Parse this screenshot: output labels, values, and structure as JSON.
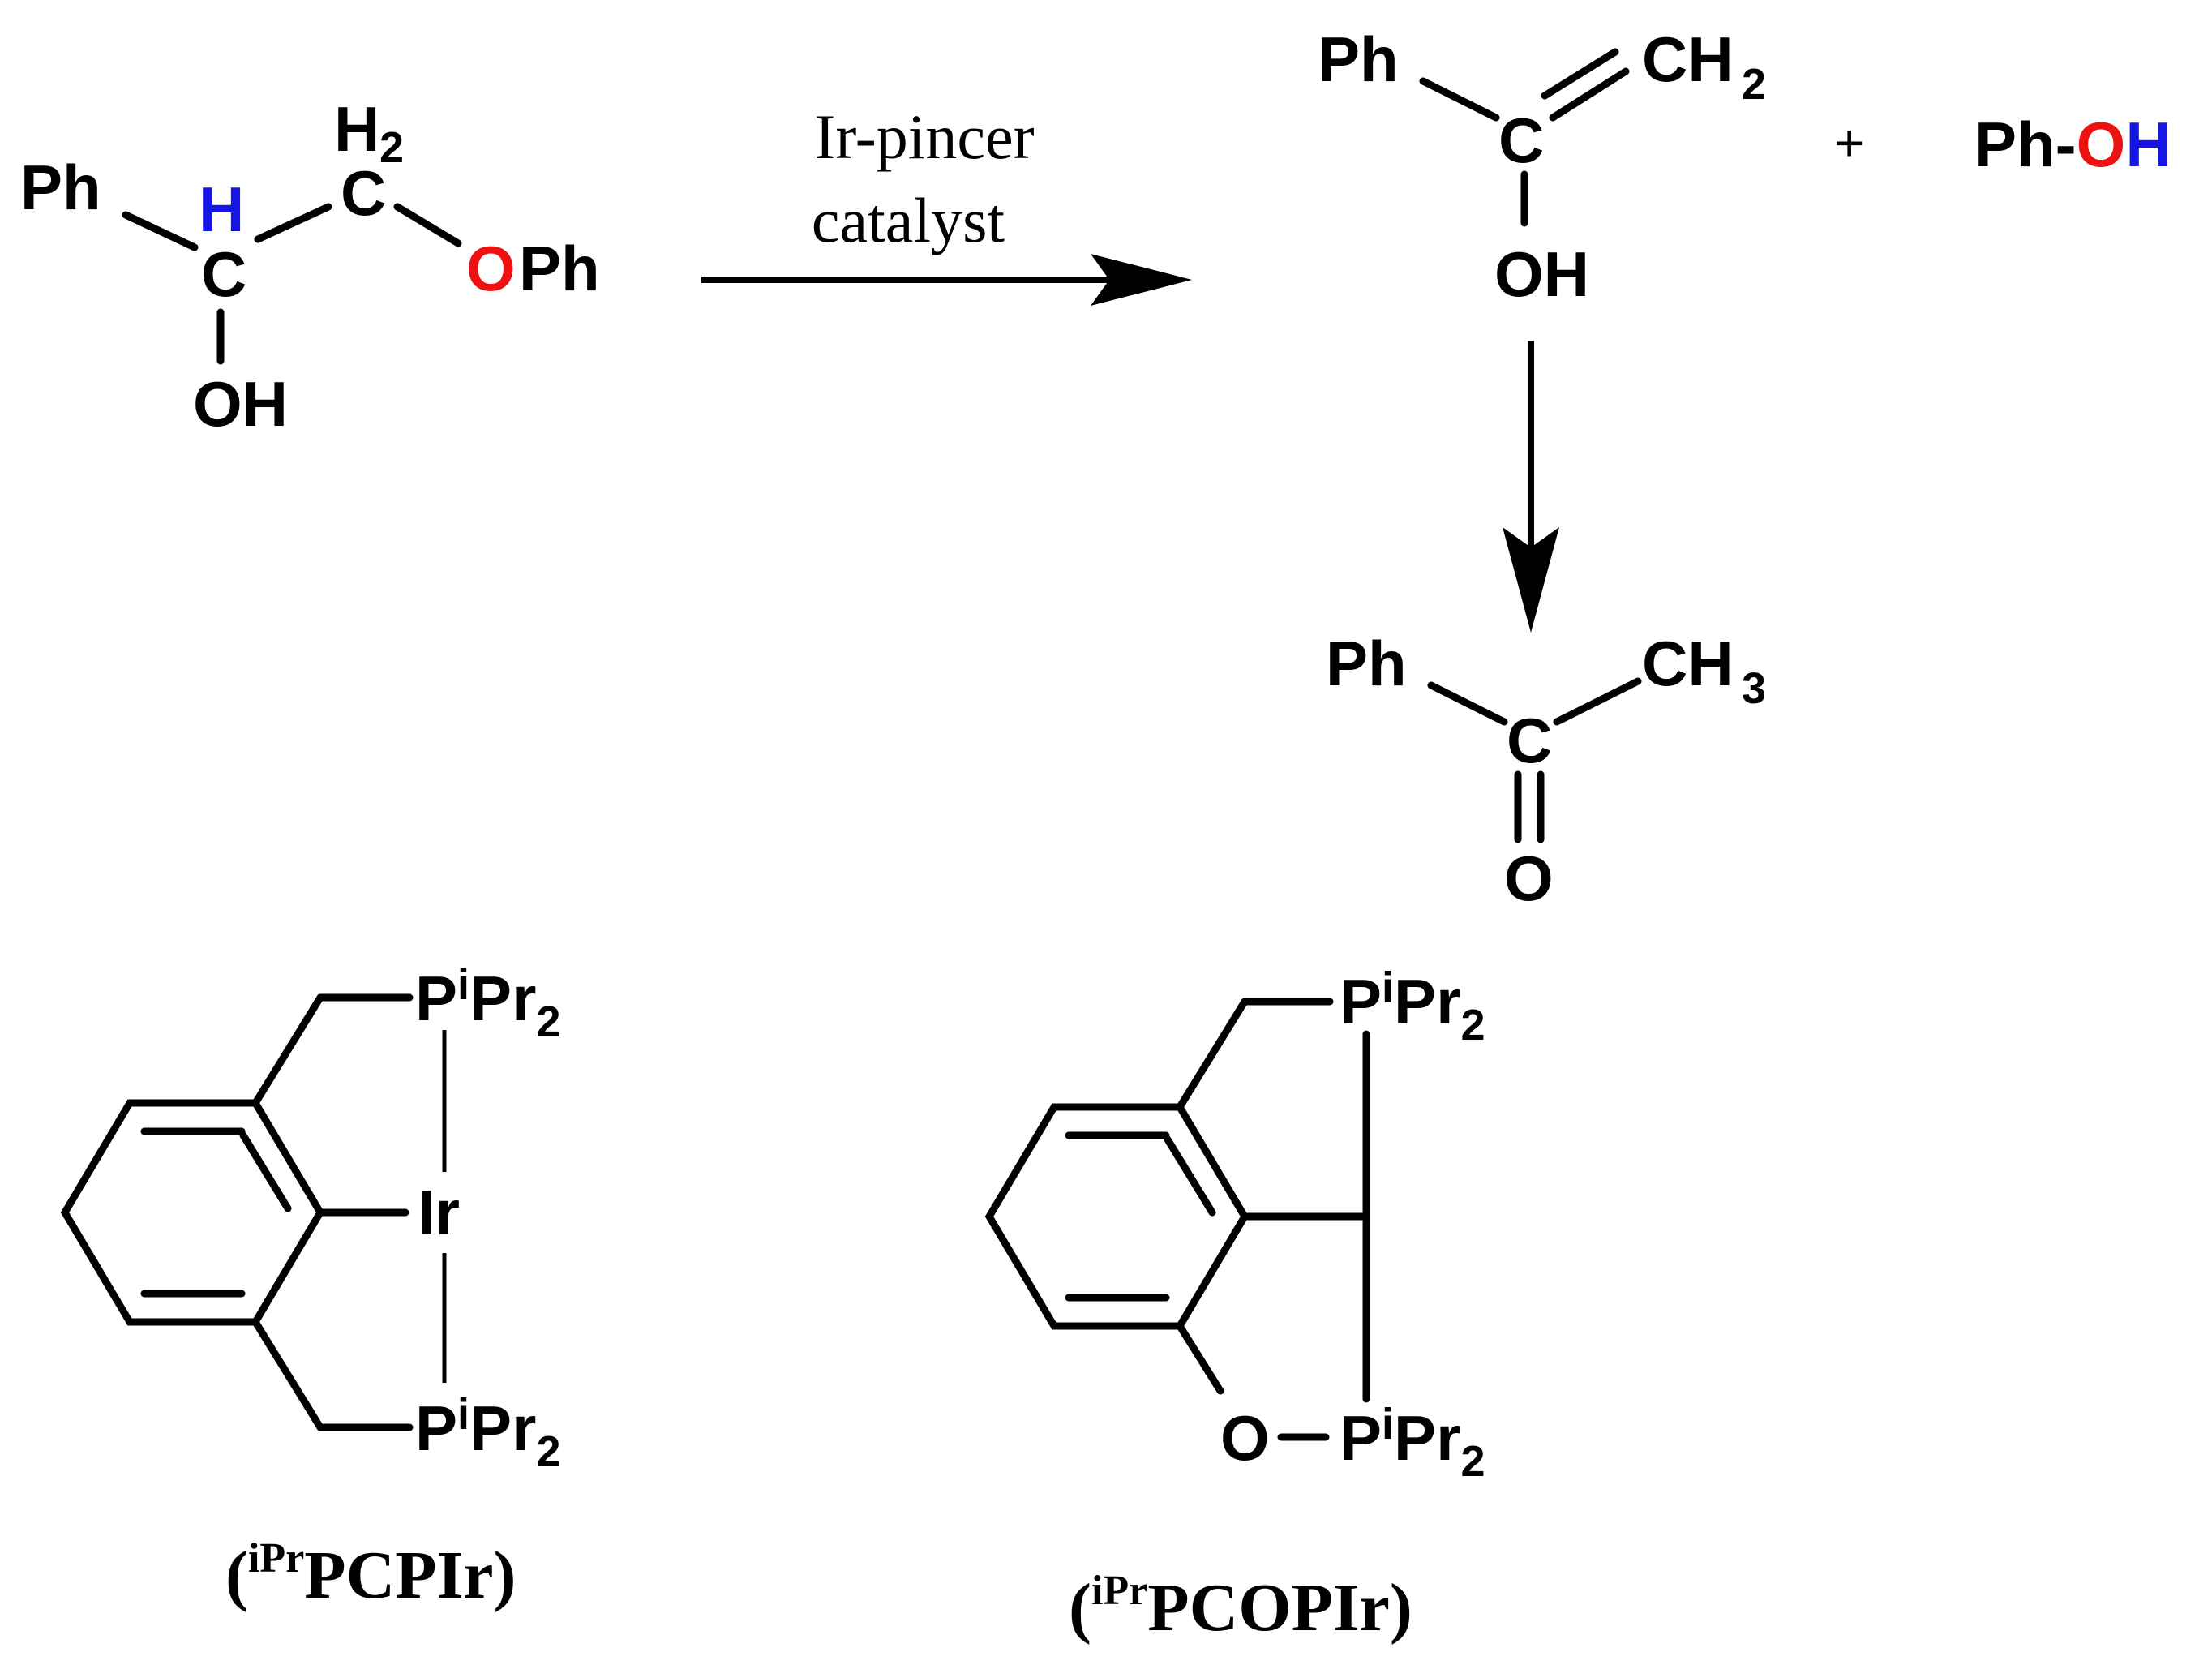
{
  "colors": {
    "black": "#000000",
    "hydrogen_blue": "#1515e6",
    "oxygen_red": "#ee1111"
  },
  "reactant": {
    "ph_left": "Ph",
    "h_marked": "H",
    "c1": "C",
    "h2_h": "H",
    "h2_sub": "2",
    "c2": "C",
    "o_ether": "O",
    "ph_right": "Ph",
    "oh": "OH"
  },
  "arrow": {
    "line1": "Ir-pincer",
    "line2": "catalyst"
  },
  "enol": {
    "ph": "Ph",
    "c": "C",
    "ch2_main": "CH",
    "ch2_sub": "2",
    "oh": "OH"
  },
  "plus": "+",
  "phenol": {
    "ph": "Ph-",
    "o": "O",
    "h": "H"
  },
  "ketone": {
    "ph": "Ph",
    "c": "C",
    "ch3_main": "CH",
    "ch3_sub": "3",
    "o": "O"
  },
  "catalyst_pcp": {
    "p_top": "P",
    "p_top_sup": "i",
    "p_top_rest": "Pr",
    "p_top_sub": "2",
    "ir": "Ir",
    "p_bot": "P",
    "p_bot_sup": "i",
    "p_bot_rest": "Pr",
    "p_bot_sub": "2",
    "caption_open": "(",
    "caption_sup": "iPr",
    "caption_main": "PCPIr",
    "caption_close": ")"
  },
  "catalyst_pcop": {
    "p_top": "P",
    "p_top_sup": "i",
    "p_top_rest": "Pr",
    "p_top_sub": "2",
    "o": "O",
    "p_bot": "P",
    "p_bot_sup": "i",
    "p_bot_rest": "Pr",
    "p_bot_sub": "2",
    "caption_open": "(",
    "caption_sup": "iPr",
    "caption_main": "PCOPIr",
    "caption_close": ")"
  }
}
